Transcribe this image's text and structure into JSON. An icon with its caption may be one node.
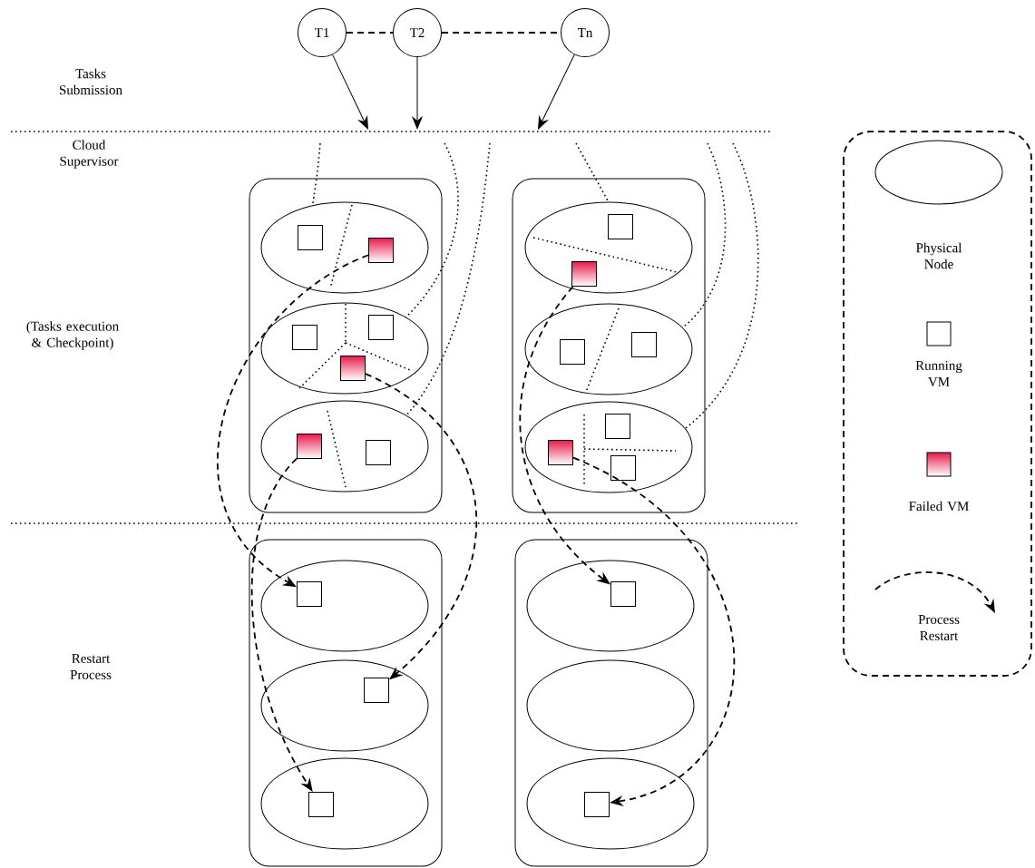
{
  "diagram": {
    "nodes": [
      {
        "text": [
          "T1"
        ]
      },
      {
        "text": [
          "T2"
        ]
      },
      {
        "text": [
          "Tn"
        ]
      },
      {
        "text": [],
        "shape": "box"
      },
      {
        "text": [],
        "shape": "ellipse",
        "in": 3
      },
      {
        "text": [],
        "shape": "square",
        "in": 4
      },
      {
        "text": [],
        "shape": "square",
        "in": 4
      },
      {
        "text": [],
        "shape": "ellipse",
        "in": 3
      },
      {
        "text": [],
        "shape": "square",
        "in": 7
      },
      {
        "text": [],
        "shape": "square",
        "in": 7
      },
      {
        "text": [],
        "shape": "square",
        "in": 7
      },
      {
        "text": [],
        "shape": "ellipse",
        "in": 3
      },
      {
        "text": [],
        "shape": "square",
        "in": 11
      },
      {
        "text": [],
        "shape": "square",
        "in": 11
      },
      {
        "text": [],
        "shape": "box"
      },
      {
        "text": [],
        "shape": "ellipse",
        "in": 14
      },
      {
        "text": [],
        "shape": "square",
        "in": 15
      },
      {
        "text": [],
        "shape": "square",
        "in": 15
      },
      {
        "text": [],
        "shape": "ellipse",
        "in": 14
      },
      {
        "text": [],
        "shape": "square",
        "in": 18
      },
      {
        "text": [],
        "shape": "square",
        "in": 18
      },
      {
        "text": [],
        "shape": "ellipse",
        "in": 14
      },
      {
        "text": [],
        "shape": "square",
        "in": 21
      },
      {
        "text": [],
        "shape": "square",
        "in": 21
      },
      {
        "text": [],
        "shape": "square",
        "in": 21
      },
      {
        "text": [],
        "shape": "box"
      },
      {
        "text": [],
        "shape": "ellipse",
        "in": 25
      },
      {
        "text": [],
        "shape": "square",
        "in": 26
      },
      {
        "text": [],
        "shape": "ellipse",
        "in": 25
      },
      {
        "text": [],
        "shape": "square",
        "in": 28
      },
      {
        "text": [],
        "shape": "ellipse",
        "in": 25
      },
      {
        "text": [],
        "shape": "square",
        "in": 30
      },
      {
        "text": [],
        "shape": "box"
      },
      {
        "text": [],
        "shape": "ellipse",
        "in": 32
      },
      {
        "text": [],
        "shape": "square",
        "in": 33
      },
      {
        "text": [],
        "shape": "ellipse",
        "in": 32
      },
      {
        "text": [],
        "shape": "ellipse",
        "in": 32
      },
      {
        "text": [],
        "shape": "square",
        "in": 36
      }
    ],
    "edges": [
      {
        "from": 0,
        "to": 1,
        "arrow": "none",
        "style": "dashed"
      },
      {
        "from": 1,
        "to": 2,
        "arrow": "none",
        "style": "dashed"
      },
      {
        "from": 0,
        "to": null,
        "arrow": "to"
      },
      {
        "from": 1,
        "to": null,
        "arrow": "to"
      },
      {
        "from": 2,
        "to": null,
        "arrow": "to"
      },
      {
        "from": 6,
        "to": 27,
        "arrow": "to",
        "style": "dashed"
      },
      {
        "from": 10,
        "to": 29,
        "arrow": "to",
        "style": "dashed"
      },
      {
        "from": 12,
        "to": 31,
        "arrow": "to",
        "style": "dashed"
      },
      {
        "from": 17,
        "to": 34,
        "arrow": "to",
        "style": "dashed"
      },
      {
        "from": 23,
        "to": 37,
        "arrow": "to",
        "style": "dashed"
      }
    ],
    "labels": [
      "Tasks Submission",
      "Cloud Supervisor",
      "(Tasks execution & Checkpoint)",
      "Restart Process"
    ],
    "legend": [
      {
        "text": "Physical Node"
      },
      {
        "text": "Running VM"
      },
      {
        "text": "Failed VM"
      },
      {
        "text": "Process Restart"
      }
    ]
  }
}
